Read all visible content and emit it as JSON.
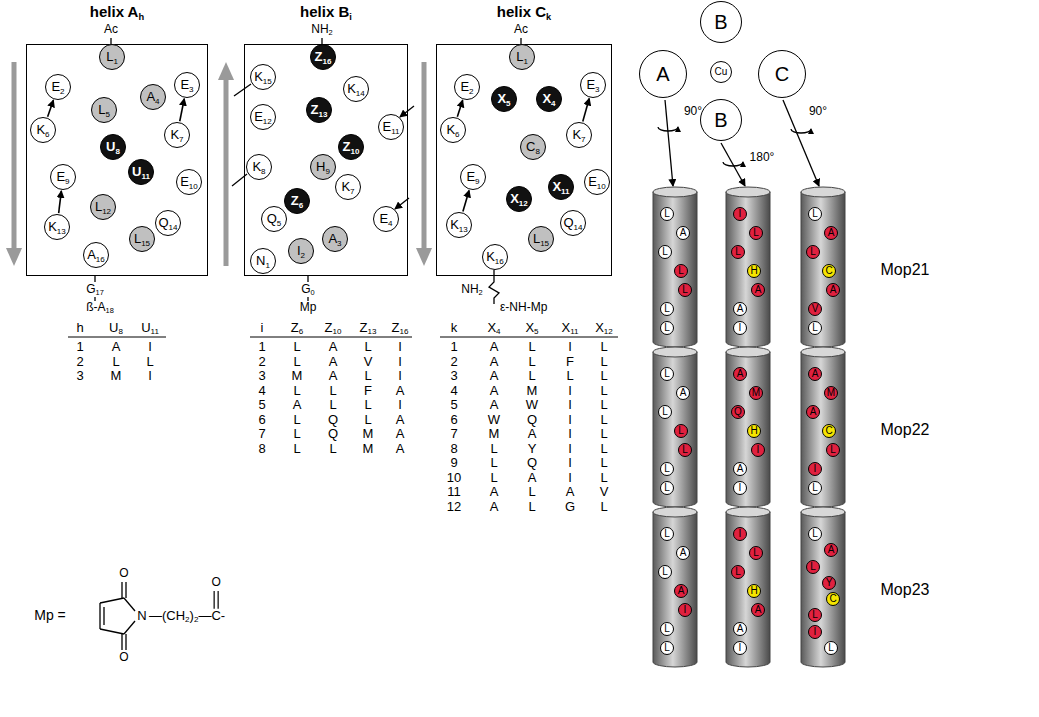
{
  "diagram": {
    "nodes": [
      {
        "text": [
          "helix Ah"
        ]
      },
      {
        "text": [
          "L1"
        ],
        "in": 0
      },
      {
        "text": [
          "E2"
        ],
        "in": 0
      },
      {
        "text": [
          "E3"
        ],
        "in": 0
      },
      {
        "text": [
          "A4"
        ],
        "in": 0
      },
      {
        "text": [
          "L5"
        ],
        "in": 0
      },
      {
        "text": [
          "K6"
        ],
        "in": 0
      },
      {
        "text": [
          "K7"
        ],
        "in": 0
      },
      {
        "text": [
          "U8"
        ],
        "in": 0
      },
      {
        "text": [
          "E9"
        ],
        "in": 0
      },
      {
        "text": [
          "E10"
        ],
        "in": 0
      },
      {
        "text": [
          "U11"
        ],
        "in": 0
      },
      {
        "text": [
          "L12"
        ],
        "in": 0
      },
      {
        "text": [
          "K13"
        ],
        "in": 0
      },
      {
        "text": [
          "Q14"
        ],
        "in": 0
      },
      {
        "text": [
          "L15"
        ],
        "in": 0
      },
      {
        "text": [
          "A16"
        ],
        "in": 0
      },
      {
        "text": [
          "helix Bi"
        ]
      },
      {
        "text": [
          "N1"
        ],
        "in": 17
      },
      {
        "text": [
          "I2"
        ],
        "in": 17
      },
      {
        "text": [
          "A3"
        ],
        "in": 17
      },
      {
        "text": [
          "E4"
        ],
        "in": 17
      },
      {
        "text": [
          "Q5"
        ],
        "in": 17
      },
      {
        "text": [
          "Z6"
        ],
        "in": 17
      },
      {
        "text": [
          "K7"
        ],
        "in": 17
      },
      {
        "text": [
          "K8"
        ],
        "in": 17
      },
      {
        "text": [
          "H9"
        ],
        "in": 17
      },
      {
        "text": [
          "Z10"
        ],
        "in": 17
      },
      {
        "text": [
          "E11"
        ],
        "in": 17
      },
      {
        "text": [
          "E12"
        ],
        "in": 17
      },
      {
        "text": [
          "Z13"
        ],
        "in": 17
      },
      {
        "text": [
          "K14"
        ],
        "in": 17
      },
      {
        "text": [
          "K15"
        ],
        "in": 17
      },
      {
        "text": [
          "Z16"
        ],
        "in": 17
      },
      {
        "text": [
          "helix Ck"
        ]
      },
      {
        "text": [
          "L1"
        ],
        "in": 34
      },
      {
        "text": [
          "E2"
        ],
        "in": 34
      },
      {
        "text": [
          "E3"
        ],
        "in": 34
      },
      {
        "text": [
          "X4"
        ],
        "in": 34
      },
      {
        "text": [
          "X5"
        ],
        "in": 34
      },
      {
        "text": [
          "K6"
        ],
        "in": 34
      },
      {
        "text": [
          "K7"
        ],
        "in": 34
      },
      {
        "text": [
          "C8"
        ],
        "in": 34
      },
      {
        "text": [
          "E9"
        ],
        "in": 34
      },
      {
        "text": [
          "E10"
        ],
        "in": 34
      },
      {
        "text": [
          "X11"
        ],
        "in": 34
      },
      {
        "text": [
          "X12"
        ],
        "in": 34
      },
      {
        "text": [
          "K13"
        ],
        "in": 34
      },
      {
        "text": [
          "Q14"
        ],
        "in": 34
      },
      {
        "text": [
          "L15"
        ],
        "in": 34
      },
      {
        "text": [
          "K16"
        ],
        "in": 34
      },
      {
        "text": [
          "B"
        ]
      },
      {
        "text": [
          "A"
        ]
      },
      {
        "text": [
          "Cu"
        ]
      },
      {
        "text": [
          "C"
        ]
      },
      {
        "text": [
          "B"
        ]
      },
      {
        "text": [
          "L"
        ]
      },
      {
        "text": [
          "A"
        ]
      },
      {
        "text": [
          "L"
        ]
      },
      {
        "text": [
          "L"
        ]
      },
      {
        "text": [
          "L"
        ]
      },
      {
        "text": [
          "L"
        ]
      },
      {
        "text": [
          "L"
        ]
      },
      {
        "text": [
          "I"
        ]
      },
      {
        "text": [
          "L"
        ]
      },
      {
        "text": [
          "L"
        ]
      },
      {
        "text": [
          "H"
        ]
      },
      {
        "text": [
          "A"
        ]
      },
      {
        "text": [
          "A"
        ]
      },
      {
        "text": [
          "I"
        ]
      },
      {
        "text": [
          "L"
        ]
      },
      {
        "text": [
          "A"
        ]
      },
      {
        "text": [
          "L"
        ]
      },
      {
        "text": [
          "C"
        ]
      },
      {
        "text": [
          "A"
        ]
      },
      {
        "text": [
          "V"
        ]
      },
      {
        "text": [
          "L"
        ]
      },
      {
        "text": [
          "L"
        ]
      },
      {
        "text": [
          "A"
        ]
      },
      {
        "text": [
          "L"
        ]
      },
      {
        "text": [
          "L"
        ]
      },
      {
        "text": [
          "L"
        ]
      },
      {
        "text": [
          "L"
        ]
      },
      {
        "text": [
          "L"
        ]
      },
      {
        "text": [
          "A"
        ]
      },
      {
        "text": [
          "M"
        ]
      },
      {
        "text": [
          "Q"
        ]
      },
      {
        "text": [
          "H"
        ]
      },
      {
        "text": [
          "I"
        ]
      },
      {
        "text": [
          "A"
        ]
      },
      {
        "text": [
          "I"
        ]
      },
      {
        "text": [
          "A"
        ]
      },
      {
        "text": [
          "M"
        ]
      },
      {
        "text": [
          "A"
        ]
      },
      {
        "text": [
          "C"
        ]
      },
      {
        "text": [
          "L"
        ]
      },
      {
        "text": [
          "I"
        ]
      },
      {
        "text": [
          "L"
        ]
      },
      {
        "text": [
          "L"
        ]
      },
      {
        "text": [
          "A"
        ]
      },
      {
        "text": [
          "L"
        ]
      },
      {
        "text": [
          "A"
        ]
      },
      {
        "text": [
          "I"
        ]
      },
      {
        "text": [
          "L"
        ]
      },
      {
        "text": [
          "L"
        ]
      },
      {
        "text": [
          "I"
        ]
      },
      {
        "text": [
          "L"
        ]
      },
      {
        "text": [
          "L"
        ]
      },
      {
        "text": [
          "H"
        ]
      },
      {
        "text": [
          "A"
        ]
      },
      {
        "text": [
          "A"
        ]
      },
      {
        "text": [
          "I"
        ]
      },
      {
        "text": [
          "L"
        ]
      },
      {
        "text": [
          "A"
        ]
      },
      {
        "text": [
          "L"
        ]
      },
      {
        "text": [
          "Y"
        ]
      },
      {
        "text": [
          "C"
        ]
      },
      {
        "text": [
          "L"
        ]
      },
      {
        "text": [
          "I"
        ]
      },
      {
        "text": [
          "L"
        ]
      }
    ],
    "edges": [
      {
        "from": 6,
        "to": 2,
        "arrow": "to"
      },
      {
        "from": 7,
        "to": 3,
        "arrow": "to"
      },
      {
        "from": 13,
        "to": 9,
        "arrow": "to"
      },
      {
        "from": 40,
        "to": 36,
        "arrow": "to"
      },
      {
        "from": 41,
        "to": 37,
        "arrow": "to"
      },
      {
        "from": 47,
        "to": 43,
        "arrow": "to"
      }
    ],
    "labels": [
      "Ac",
      "G17",
      "ß-A18",
      "NH2",
      "G0",
      "Mp",
      "Ac",
      "NH2",
      "ε-NH-Mp",
      "h",
      "U8",
      "U11",
      "1",
      "A",
      "I",
      "2",
      "L",
      "L",
      "3",
      "M",
      "I",
      "i",
      "Z6",
      "Z10",
      "Z13",
      "Z16",
      "1",
      "L",
      "A",
      "L",
      "I",
      "2",
      "L",
      "A",
      "V",
      "I",
      "3",
      "M",
      "A",
      "L",
      "I",
      "4",
      "L",
      "L",
      "F",
      "A",
      "5",
      "A",
      "L",
      "L",
      "I",
      "6",
      "L",
      "Q",
      "L",
      "A",
      "7",
      "L",
      "Q",
      "M",
      "A",
      "8",
      "L",
      "L",
      "M",
      "A",
      "k",
      "X4",
      "X5",
      "X11",
      "X12",
      "1",
      "A",
      "L",
      "I",
      "L",
      "2",
      "A",
      "L",
      "F",
      "L",
      "3",
      "A",
      "L",
      "L",
      "L",
      "4",
      "A",
      "M",
      "I",
      "L",
      "5",
      "A",
      "W",
      "I",
      "L",
      "6",
      "W",
      "Q",
      "I",
      "L",
      "7",
      "M",
      "A",
      "I",
      "L",
      "8",
      "L",
      "Y",
      "I",
      "L",
      "9",
      "L",
      "Q",
      "I",
      "L",
      "10",
      "L",
      "A",
      "I",
      "L",
      "11",
      "A",
      "L",
      "A",
      "V",
      "12",
      "A",
      "L",
      "G",
      "L",
      "Mp =",
      "O",
      "O",
      "N",
      "—(CH2)2—C-",
      "O",
      "90°",
      "180°",
      "90°",
      "Mop21",
      "Mop22",
      "Mop23"
    ]
  }
}
